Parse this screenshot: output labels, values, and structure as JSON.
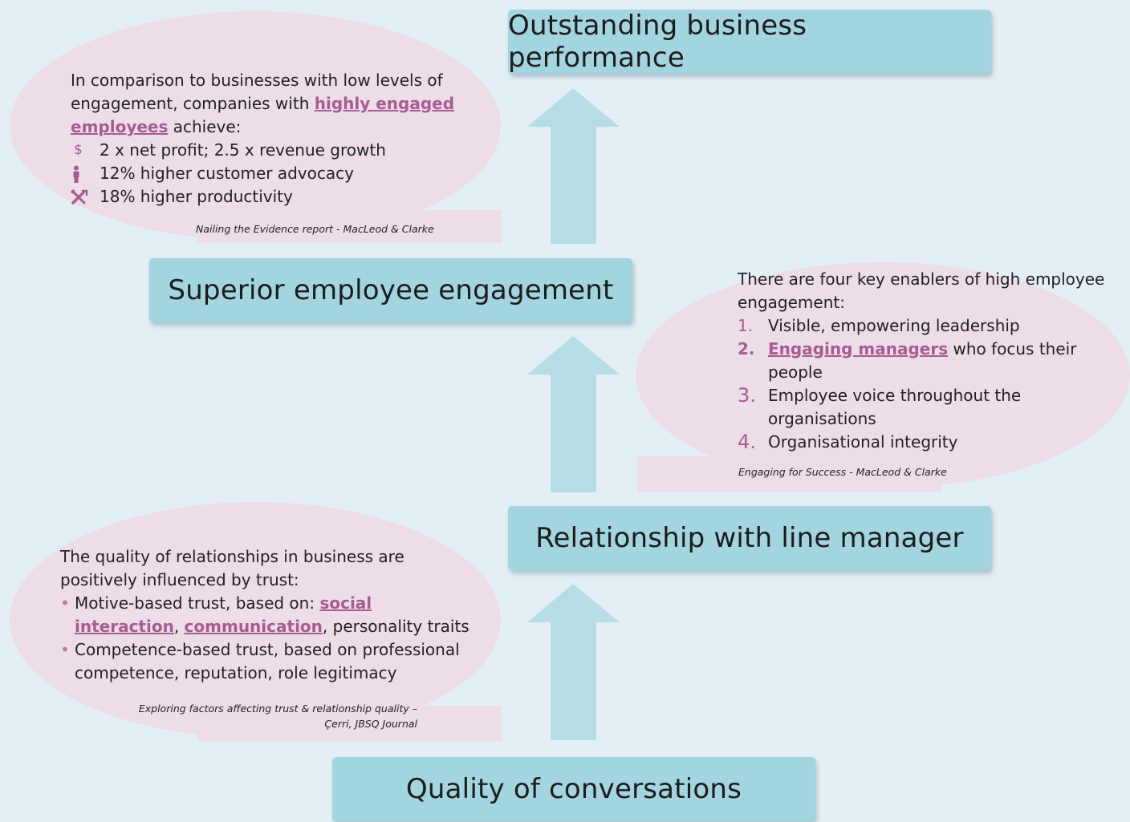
{
  "boxes": {
    "outstanding": "Outstanding business performance",
    "superior": "Superior employee engagement",
    "relationship": "Relationship with line manager",
    "quality": "Quality of conversations"
  },
  "bubble1": {
    "intro": "In comparison to businesses with low levels of engagement, companies with",
    "highlight": "highly engaged employees",
    "after": "achieve:",
    "items": [
      {
        "icon": "dollar-icon",
        "text": "2 x net profit; 2.5 x revenue growth"
      },
      {
        "icon": "person-icon",
        "text": "12% higher customer advocacy"
      },
      {
        "icon": "tools-icon",
        "text": "18% higher productivity"
      }
    ],
    "source": "Nailing the Evidence report - MacLeod & Clarke"
  },
  "bubble2": {
    "intro": "There are four key enablers of high employee engagement:",
    "items": [
      {
        "num": "1.",
        "text": "Visible, empowering leadership"
      },
      {
        "num": "2.",
        "highlight": "Engaging managers",
        "text": "who focus their people"
      },
      {
        "num": "3.",
        "text": "Employee voice throughout the organisations"
      },
      {
        "num": "4.",
        "text": "Organisational integrity"
      }
    ],
    "source": "Engaging for Success - MacLeod & Clarke"
  },
  "bubble3": {
    "intro": "The quality of relationships in business are positively influenced by trust:",
    "items": [
      {
        "pre": "Motive-based trust, based on:",
        "hl1": "social interaction",
        "sep": ",",
        "hl2": "communication",
        "post": ", personality traits"
      },
      {
        "pre": "Competence-based trust, based on professional competence, reputation, role legitimacy"
      }
    ],
    "source_line1": "Exploring factors affecting trust & relationship quality –",
    "source_line2": "Çerri, JBSQ Journal"
  },
  "colors": {
    "background": "#e3eff5",
    "box": "#a3d5e0",
    "arrow": "#b6dde5",
    "bubble": "#ecdde6",
    "accent": "#a85b93"
  }
}
